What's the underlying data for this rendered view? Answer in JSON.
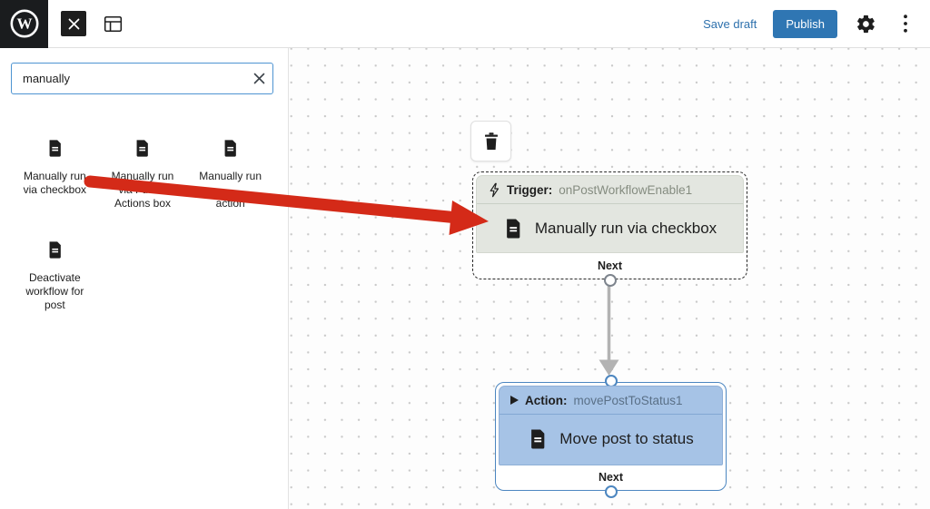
{
  "topbar": {
    "save_draft_label": "Save draft",
    "publish_label": "Publish"
  },
  "sidebar": {
    "search_value": "manually",
    "items": [
      {
        "lines": [
          "Manually run",
          "via checkbox"
        ]
      },
      {
        "lines": [
          "Manually run",
          "via Future",
          "Actions box"
        ]
      },
      {
        "lines": [
          "Manually run",
          "",
          "action"
        ]
      },
      {
        "lines": [
          "Deactivate",
          "workflow for",
          "post"
        ]
      }
    ]
  },
  "canvas": {
    "trigger_node": {
      "type_label": "Trigger:",
      "id": "onPostWorkflowEnable1",
      "title": "Manually run via checkbox",
      "next_label": "Next"
    },
    "action_node": {
      "type_label": "Action:",
      "id": "movePostToStatus1",
      "title": "Move post to status",
      "next_label": "Next"
    }
  },
  "colors": {
    "publish_blue": "#2f76b3",
    "link_blue": "#2e71ad",
    "search_focus_border": "#4e94d2",
    "trigger_header_bg": "#e3e6e0",
    "action_bg": "#a6c3e6",
    "action_border": "#4c86c0",
    "connector_gray": "#b3b3b3",
    "annotation_arrow_red": "#d42a18"
  }
}
